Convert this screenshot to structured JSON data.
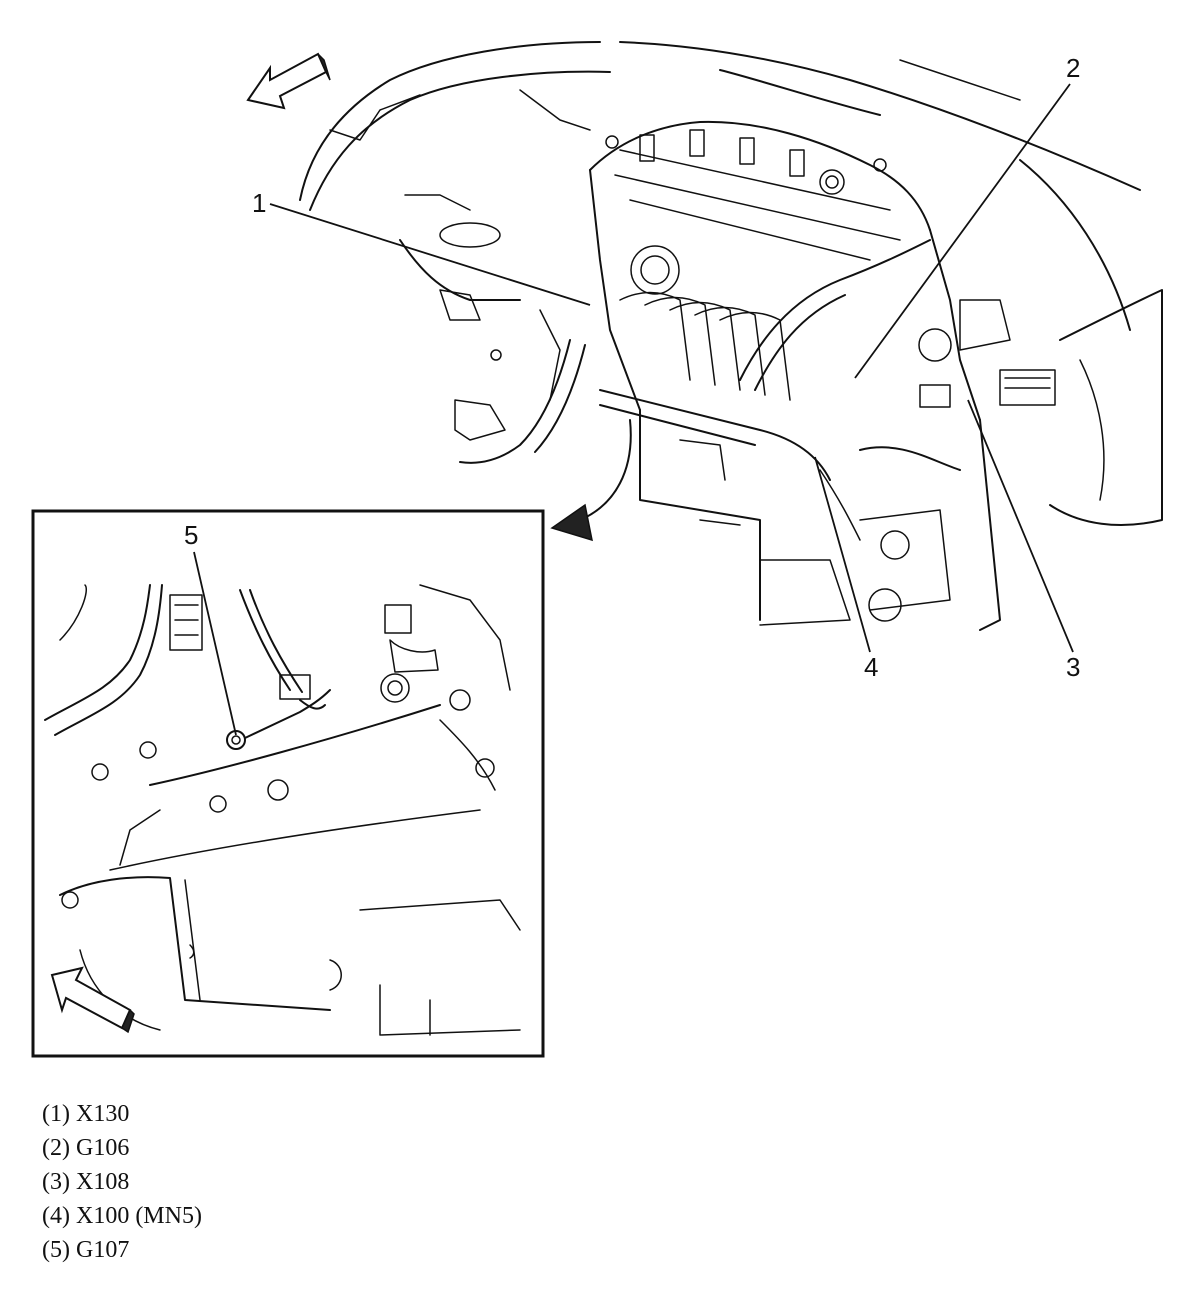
{
  "callouts": [
    {
      "number": "1"
    },
    {
      "number": "2"
    },
    {
      "number": "3"
    },
    {
      "number": "4"
    },
    {
      "number": "5"
    }
  ],
  "legend": [
    {
      "label": "(1) X130"
    },
    {
      "label": "(2) G106"
    },
    {
      "label": "(3) X108"
    },
    {
      "label": "(4) X100 (MN5)"
    },
    {
      "label": "(5) G107"
    }
  ],
  "icons": {
    "forward_arrow": "front-direction-arrow-icon",
    "inset_arrow": "detail-view-arrow-icon"
  }
}
